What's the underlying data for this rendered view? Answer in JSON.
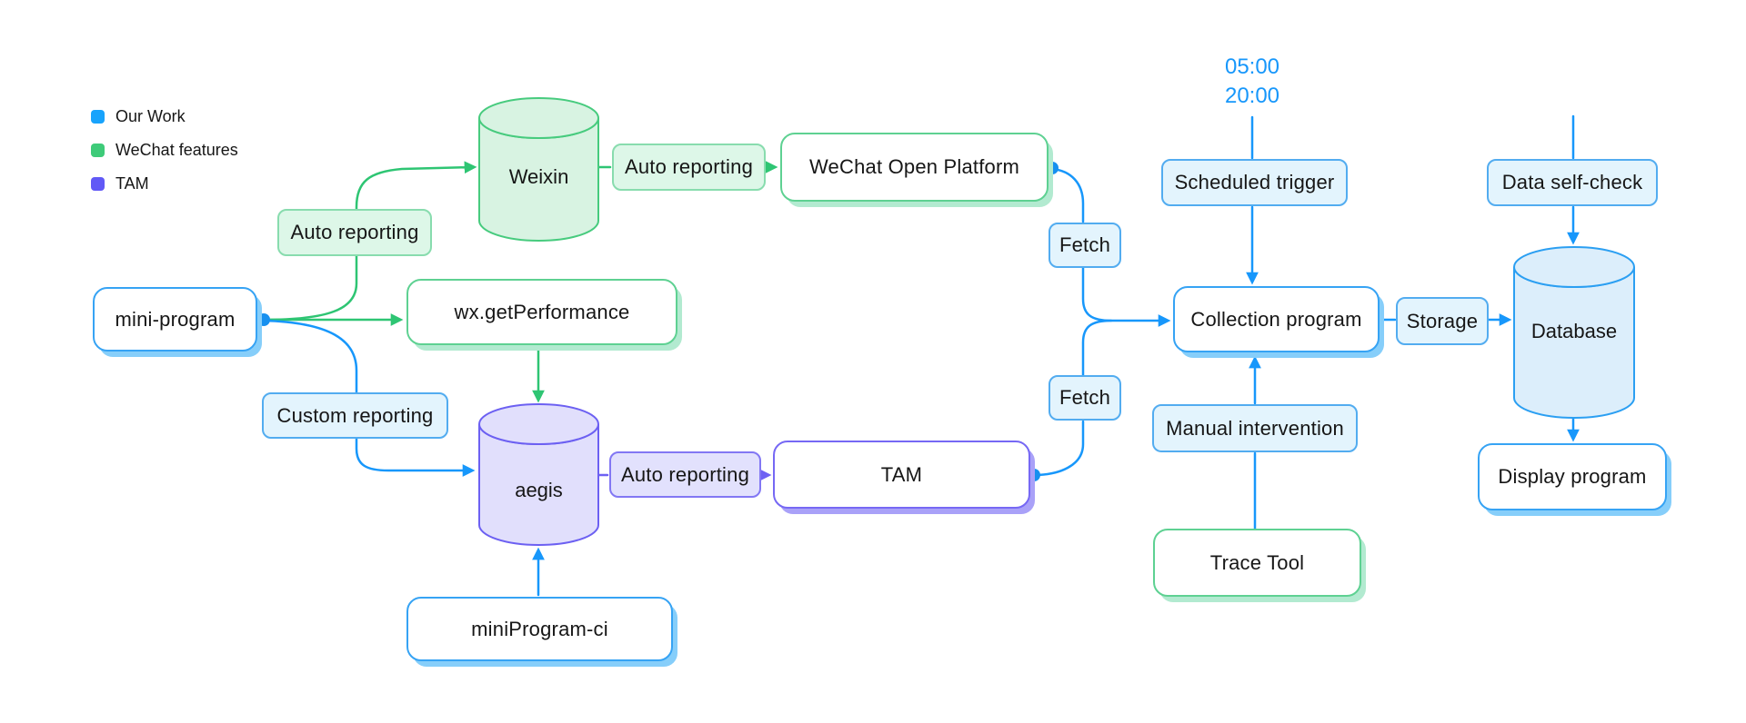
{
  "legend": {
    "items": [
      {
        "label": "Our Work",
        "color": "#18a3fc"
      },
      {
        "label": "WeChat features",
        "color": "#3ecb79"
      },
      {
        "label": "TAM",
        "color": "#6159f6"
      }
    ]
  },
  "annotations": {
    "schedule_times": [
      "05:00",
      "20:00"
    ]
  },
  "nodes": {
    "mini_program": {
      "label": "mini-program",
      "kind": "box-white-blue"
    },
    "auto_reporting_weixin": {
      "label": "Auto reporting",
      "kind": "box-filled-green"
    },
    "weixin": {
      "label": "Weixin",
      "kind": "cylinder-green"
    },
    "auto_reporting_wechat": {
      "label": "Auto reporting",
      "kind": "box-filled-green"
    },
    "wechat_open_platform": {
      "label": "WeChat Open Platform",
      "kind": "box-white-green"
    },
    "wx_get_performance": {
      "label": "wx.getPerformance",
      "kind": "box-white-green"
    },
    "custom_reporting": {
      "label": "Custom reporting",
      "kind": "box-filled-blue"
    },
    "aegis": {
      "label": "aegis",
      "kind": "cylinder-purple"
    },
    "auto_reporting_tam": {
      "label": "Auto reporting",
      "kind": "box-filled-purple"
    },
    "tam": {
      "label": "TAM",
      "kind": "box-white-purple"
    },
    "miniprogram_ci": {
      "label": "miniProgram-ci",
      "kind": "box-white-blue"
    },
    "fetch_top": {
      "label": "Fetch",
      "kind": "box-filled-blue"
    },
    "fetch_bottom": {
      "label": "Fetch",
      "kind": "box-filled-blue"
    },
    "collection_program": {
      "label": "Collection program",
      "kind": "box-white-blue"
    },
    "scheduled_trigger": {
      "label": "Scheduled trigger",
      "kind": "box-filled-blue"
    },
    "manual_intervention": {
      "label": "Manual intervention",
      "kind": "box-filled-blue"
    },
    "trace_tool": {
      "label": "Trace Tool",
      "kind": "box-white-green"
    },
    "storage": {
      "label": "Storage",
      "kind": "box-filled-blue"
    },
    "database": {
      "label": "Database",
      "kind": "cylinder-blue"
    },
    "data_self_check": {
      "label": "Data self-check",
      "kind": "box-filled-blue"
    },
    "display_program": {
      "label": "Display program",
      "kind": "box-white-blue"
    }
  },
  "edges": [
    {
      "from": "mini-program",
      "to": "Weixin",
      "via": "Auto reporting",
      "color": "green"
    },
    {
      "from": "mini-program",
      "to": "wx.getPerformance",
      "color": "green"
    },
    {
      "from": "mini-program",
      "to": "aegis",
      "via": "Custom reporting",
      "color": "blue"
    },
    {
      "from": "wx.getPerformance",
      "to": "aegis",
      "color": "green"
    },
    {
      "from": "Weixin",
      "to": "WeChat Open Platform",
      "via": "Auto reporting",
      "color": "green"
    },
    {
      "from": "aegis",
      "to": "TAM",
      "via": "Auto reporting",
      "color": "purple"
    },
    {
      "from": "miniProgram-ci",
      "to": "aegis",
      "color": "blue"
    },
    {
      "from": "WeChat Open Platform",
      "to": "Collection program",
      "via": "Fetch",
      "color": "blue"
    },
    {
      "from": "TAM",
      "to": "Collection program",
      "via": "Fetch",
      "color": "blue"
    },
    {
      "from": "Scheduled trigger",
      "to": "Collection program",
      "color": "blue",
      "times": [
        "05:00",
        "20:00"
      ]
    },
    {
      "from": "Trace Tool",
      "to": "Collection program",
      "via": "Manual intervention",
      "color": "blue"
    },
    {
      "from": "Collection program",
      "to": "Database",
      "via": "Storage",
      "color": "blue"
    },
    {
      "from": "Data self-check",
      "to": "Database",
      "color": "blue"
    },
    {
      "from": "Database",
      "to": "Display program",
      "color": "blue"
    }
  ],
  "colors": {
    "blue_line": "#1797fb",
    "green_line": "#2ec573",
    "purple_line": "#6e61f3",
    "blue_fill": "#e3f4fd",
    "green_fill": "#ddf7e8",
    "purple_fill": "#e2e1fd",
    "blue_shadow": "#86cefa",
    "green_shadow": "#b2ead0",
    "purple_shadow": "#a9a1f8"
  }
}
